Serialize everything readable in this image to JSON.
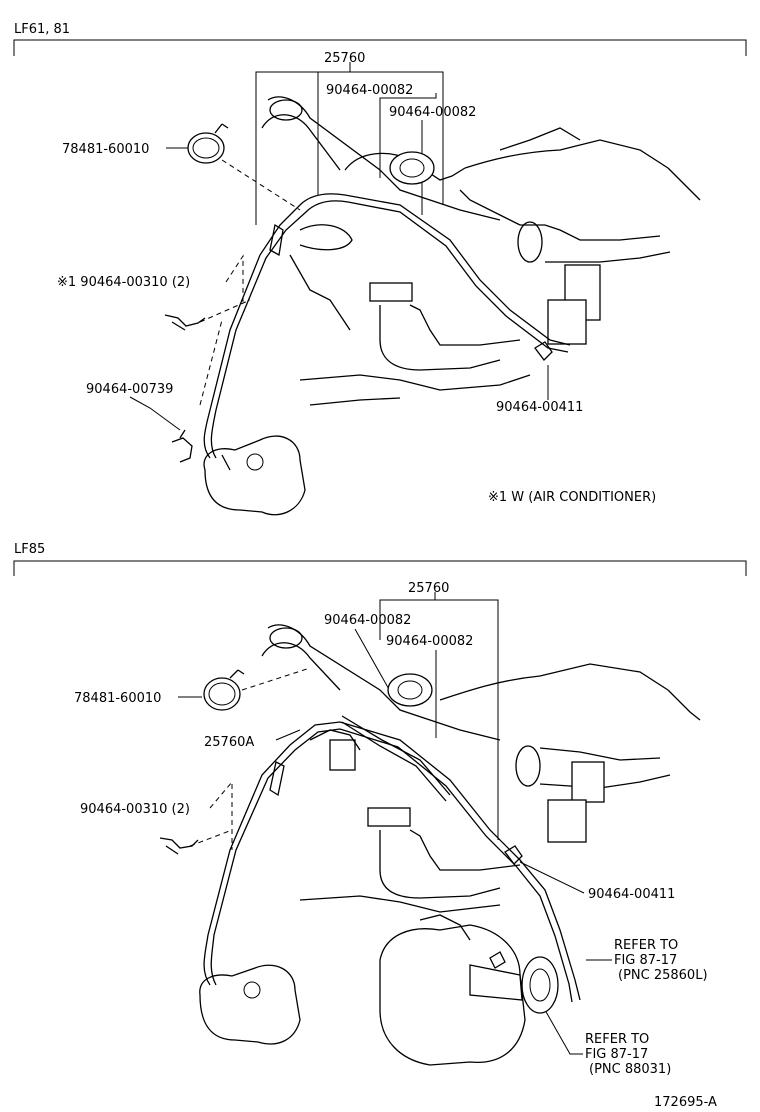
{
  "top_section": {
    "model": "LF61, 81",
    "labels": {
      "main_part": "25760",
      "clamp_a": "90464-00082",
      "clamp_b": "90464-00082",
      "hose_clamp": "78481-60010",
      "ac_clamp": "※1 90464-00310 (2)",
      "lower_clamp": "90464-00739",
      "right_clamp": "90464-00411",
      "note": "※1  W (AIR CONDITIONER)"
    }
  },
  "bottom_section": {
    "model": "LF85",
    "labels": {
      "main_part": "25760",
      "clamp_a": "90464-00082",
      "clamp_b": "90464-00082",
      "hose_clamp": "78481-60010",
      "sub_part": "25760A",
      "left_clamp": "90464-00310 (2)",
      "right_clamp": "90464-00411",
      "ref1_line1": "REFER TO",
      "ref1_line2": "FIG 87-17",
      "ref1_line3": "(PNC 25860L)",
      "ref2_line1": "REFER TO",
      "ref2_line2": "FIG 87-17",
      "ref2_line3": "(PNC 88031)"
    }
  },
  "figure_code": "172695-A"
}
